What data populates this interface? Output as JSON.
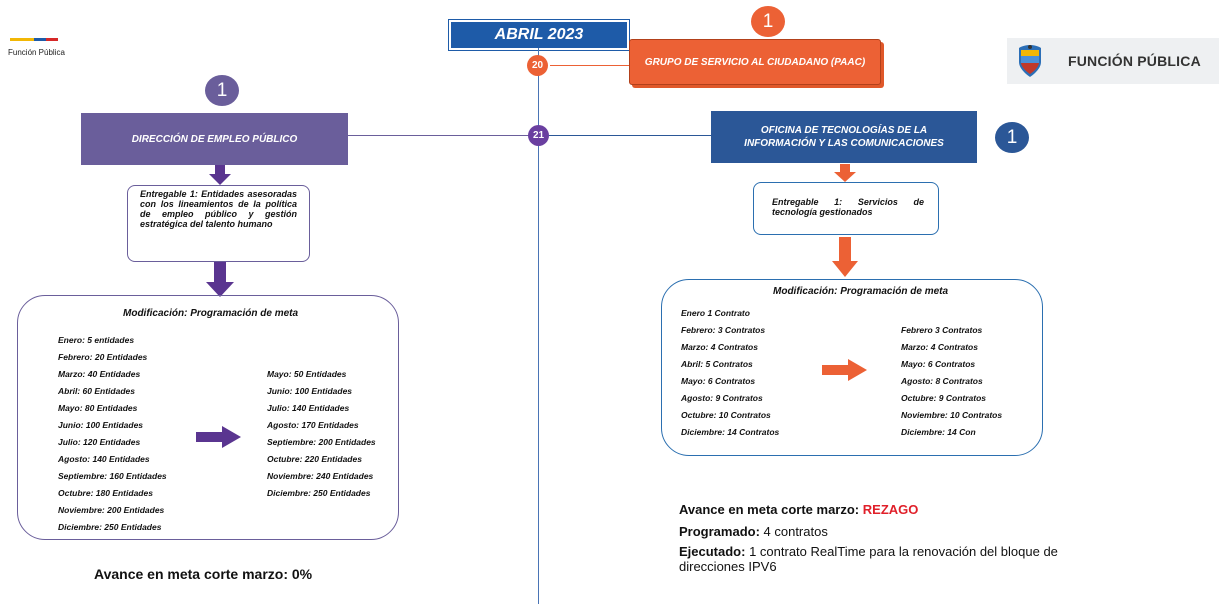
{
  "header": {
    "month": "ABRIL 2023",
    "brand_small": "Función Pública",
    "brand_logo": "FUNCIÓN PÚBLICA"
  },
  "colors": {
    "blue": "#1e5ba8",
    "purple": "#6a5e9b",
    "orange": "#ec6135",
    "dark_blue": "#2b5797",
    "red": "#e0202a"
  },
  "timeline": {
    "day_20": "20",
    "day_21": "21"
  },
  "paac": {
    "title": "GRUPO DE SERVICIO AL CIUDADANO (PAAC)",
    "count": "1"
  },
  "left": {
    "count": "1",
    "title": "DIRECCIÓN DE EMPLEO PÚBLICO",
    "deliverable": "Entregable 1: Entidades asesoradas con los lineamientos de la política de empleo público y gestión estratégica del talento humano",
    "meta_title": "Modificación: Programación de meta",
    "before": [
      "Enero: 5 entidades",
      "Febrero: 20 Entidades",
      "Marzo: 40 Entidades",
      "Abril: 60 Entidades",
      "Mayo:  80 Entidades",
      "Junio: 100 Entidades",
      "Julio: 120 Entidades",
      "Agosto: 140 Entidades",
      "Septiembre: 160 Entidades",
      "Octubre: 180 Entidades",
      "Noviembre: 200 Entidades",
      "Diciembre: 250 Entidades"
    ],
    "after": [
      "Mayo:  50 Entidades",
      "Junio: 100 Entidades",
      "Julio: 140 Entidades",
      "Agosto: 170 Entidades",
      "Septiembre: 200 Entidades",
      "Octubre: 220 Entidades",
      "Noviembre: 240 Entidades",
      "Diciembre: 250 Entidades"
    ],
    "progress": "Avance en meta corte marzo: 0%"
  },
  "right": {
    "count": "1",
    "title": "OFICINA DE TECNOLOGÍAS DE LA INFORMACIÓN Y LAS COMUNICACIONES",
    "deliverable": "Entregable 1: Servicios de tecnología gestionados",
    "meta_title": "Modificación: Programación de meta",
    "before": [
      "Enero 1 Contrato",
      "Febrero: 3 Contratos",
      "Marzo: 4 Contratos",
      "Abril: 5 Contratos",
      "Mayo:  6 Contratos",
      "Agosto: 9 Contratos",
      "Octubre: 10 Contratos",
      "Diciembre: 14 Contratos"
    ],
    "after": [
      "Febrero  3 Contratos",
      "Marzo: 4 Contratos",
      "Mayo:  6 Contratos",
      "Agosto: 8 Contratos",
      "Octubre: 9 Contratos",
      "Noviembre: 10 Contratos",
      "Diciembre: 14 Con"
    ],
    "progress_label": "Avance en meta corte marzo: ",
    "progress_value": "REZAGO",
    "programmed_label": "Programado:",
    "programmed_value": " 4 contratos",
    "executed_label": "Ejecutado:",
    "executed_value": " 1 contrato RealTime para la renovación del bloque de direcciones IPV6"
  }
}
